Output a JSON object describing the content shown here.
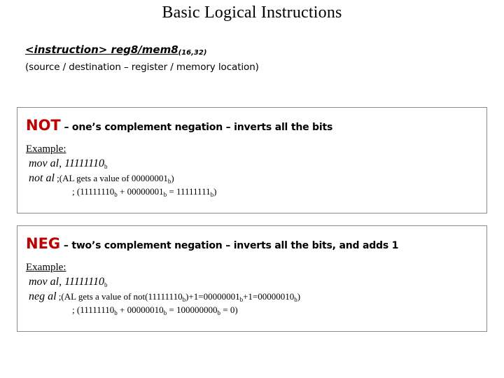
{
  "slide": {
    "title": "Basic Logical Instructions",
    "syntax": {
      "instruction": "<instruction> reg8/mem8",
      "sizes": "(16,32)",
      "description": "(source / destination – register / memory location)"
    },
    "blocks": [
      {
        "op": "NOT",
        "dash": " – ",
        "desc": "one’s complement negation – inverts all the bits",
        "example_label": "Example:",
        "code": [
          {
            "mnemonic": "mov al, 11111110",
            "sub": "b",
            "comment": ""
          },
          {
            "mnemonic": "not al",
            "sub": "",
            "comment": " ;(AL gets a value of 00000001",
            "comment_sub": "b",
            "comment_tail": ")"
          }
        ],
        "continuation": " ;(11111110b + 00000001b = 11111111b)",
        "continuation_parts": [
          "; (11111110",
          "b",
          " + 00000001",
          "b",
          " = 11111111",
          "b",
          ")"
        ]
      },
      {
        "op": "NEG",
        "dash": " – ",
        "desc": "two’s complement negation – inverts all the bits, and adds 1",
        "example_label": "Example:",
        "code": [
          {
            "mnemonic": "mov al, 11111110",
            "sub": "b",
            "comment": ""
          },
          {
            "mnemonic": "neg al",
            "sub": "",
            "comment": " ;(AL gets a value of not(11111110",
            "comment_sub": "b",
            "comment_tail": ")+1=00000001b+1=00000010b)"
          }
        ],
        "continuation": " ;(11111110b + 00000010b = 100000000b = 0)"
      }
    ]
  }
}
